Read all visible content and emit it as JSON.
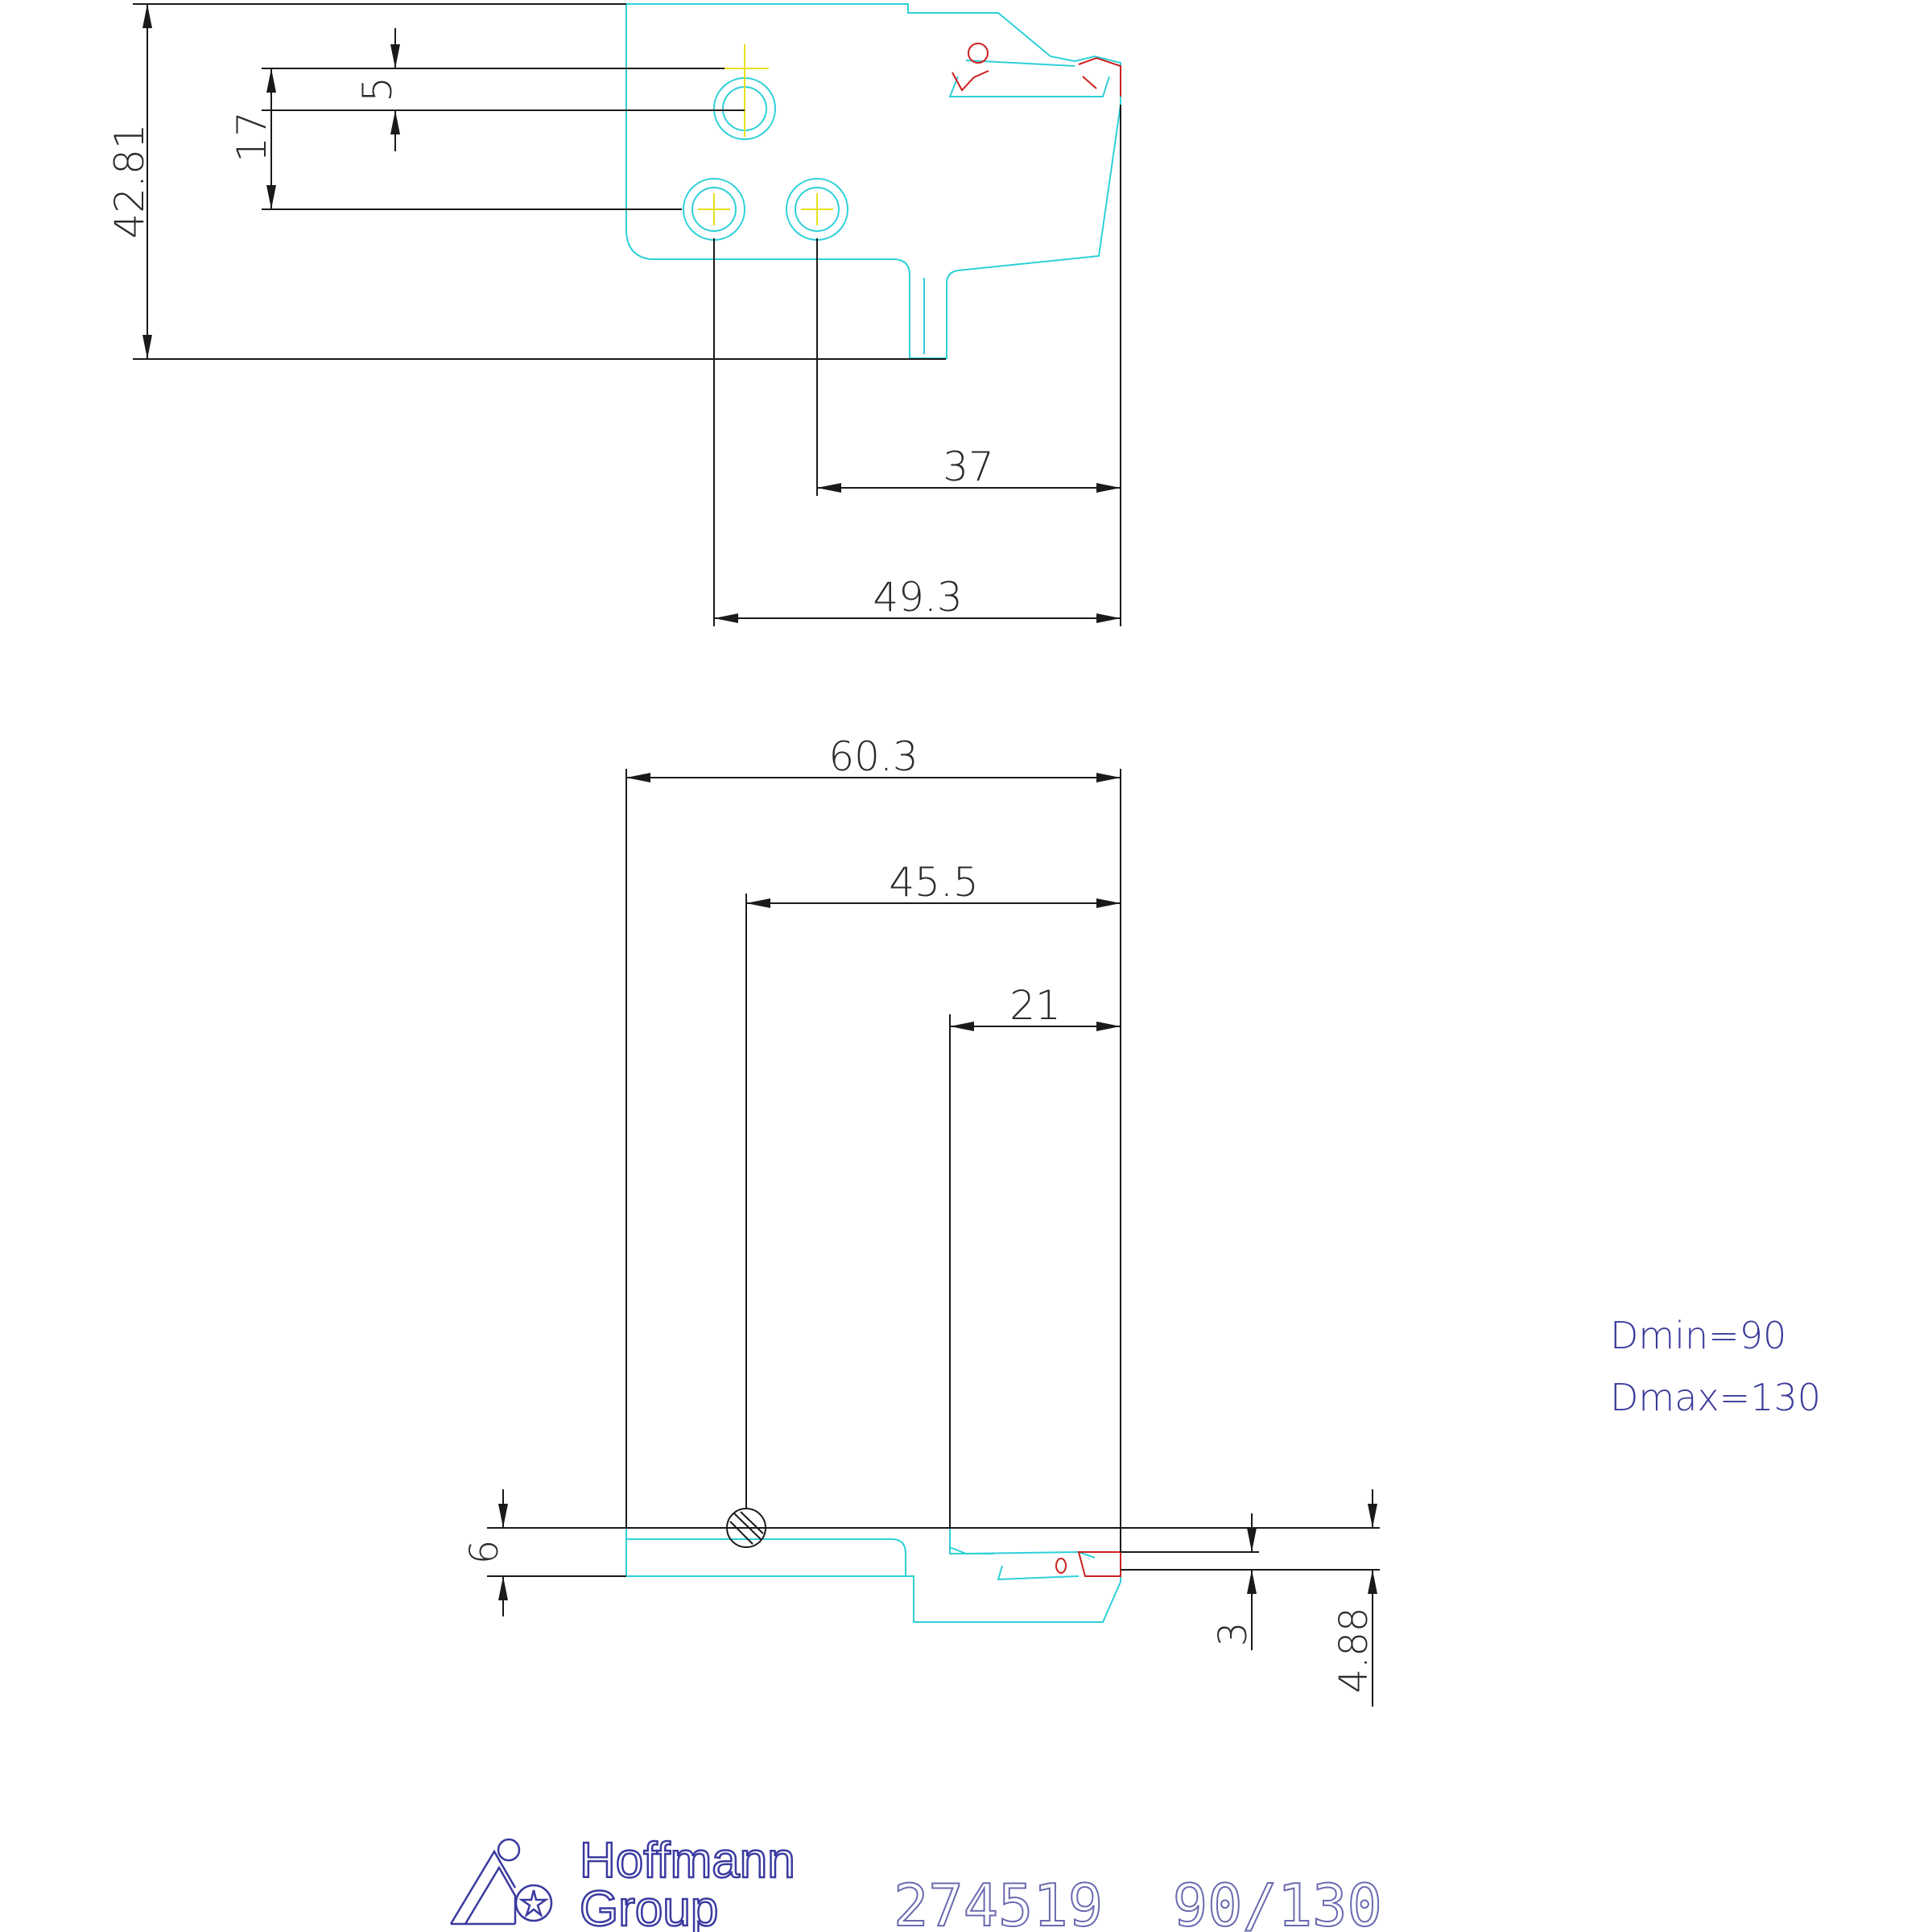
{
  "top_view": {
    "dims": {
      "height_total": "42.81",
      "hole_offset_vertical": "5",
      "hole_spacing_vertical": "17",
      "hole_to_tip_a": "37",
      "hole_to_tip_b": "49.3"
    }
  },
  "side_view": {
    "dims": {
      "overall_length": "60.3",
      "pivot_to_tip": "45.5",
      "head_length": "21",
      "shank_offset": "6",
      "tip_offset": "3",
      "tip_height": "4.88"
    }
  },
  "notes": {
    "dmin": "Dmin=90",
    "dmax": "Dmax=130"
  },
  "title_block": {
    "brand_line1": "Hoffmann",
    "brand_line2": "Group",
    "part_number": "274519  90/130"
  },
  "colors": {
    "outline": "#2ed0d8",
    "insert": "#cc2020",
    "centerline": "#e8e020",
    "dimension": "#1a1a1a",
    "brand": "#3a3aa0"
  }
}
